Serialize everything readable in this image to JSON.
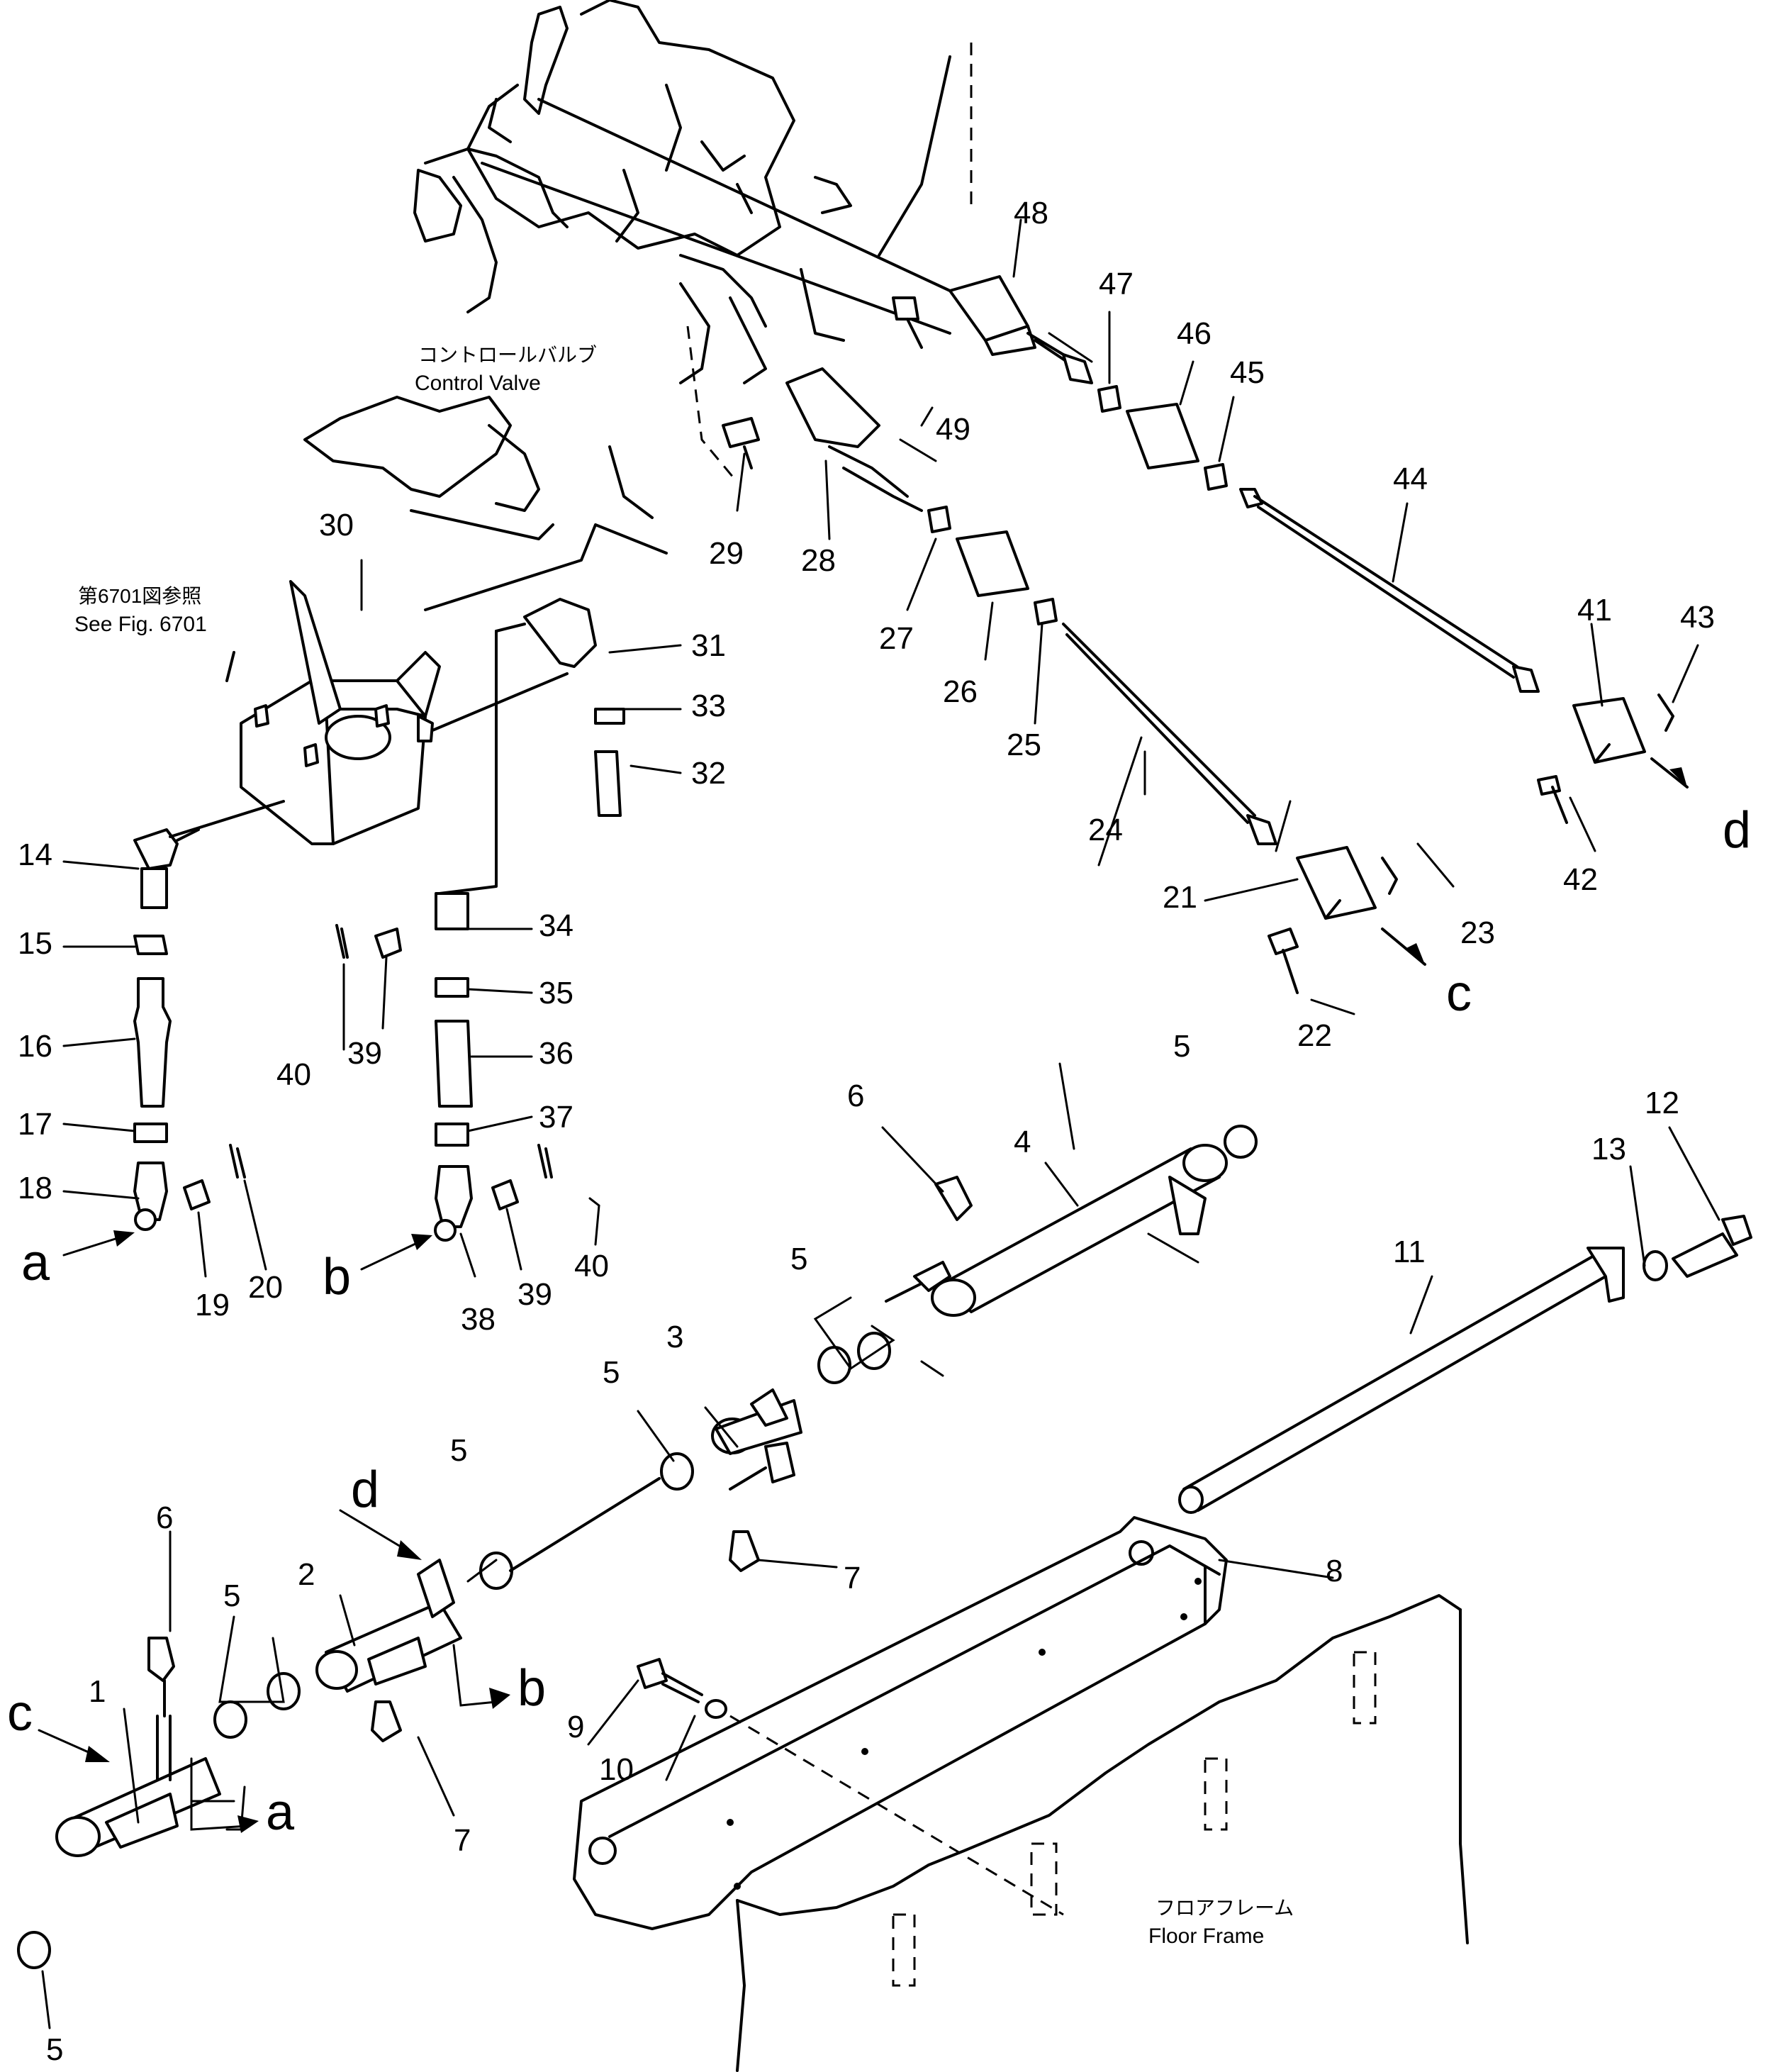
{
  "header": {
    "control_valve_jp": "コントロールバルブ",
    "control_valve_en": "Control Valve",
    "see_fig_jp": "第6701図参照",
    "see_fig_en": "See Fig. 6701",
    "floor_frame_jp": "フロアフレーム",
    "floor_frame_en": "Floor Frame"
  },
  "connectors": {
    "a": "a",
    "b": "b",
    "c": "c",
    "d": "d"
  },
  "callouts": {
    "p1": "1",
    "p2": "2",
    "p3": "3",
    "p4": "4",
    "p5a": "5",
    "p5b": "5",
    "p5c": "5",
    "p5d": "5",
    "p5e": "5",
    "p5f": "5",
    "p6a": "6",
    "p6b": "6",
    "p7a": "7",
    "p7b": "7",
    "p8": "8",
    "p9": "9",
    "p10": "10",
    "p11": "11",
    "p12": "12",
    "p13": "13",
    "p14": "14",
    "p15": "15",
    "p16": "16",
    "p17": "17",
    "p18": "18",
    "p19": "19",
    "p20": "20",
    "p21": "21",
    "p22": "22",
    "p23": "23",
    "p24": "24",
    "p25": "25",
    "p26": "26",
    "p27": "27",
    "p28": "28",
    "p29": "29",
    "p30": "30",
    "p31": "31",
    "p32": "32",
    "p33": "33",
    "p34": "34",
    "p35": "35",
    "p36": "36",
    "p37": "37",
    "p38": "38",
    "p39a": "39",
    "p39b": "39",
    "p40a": "40",
    "p40b": "40",
    "p41": "41",
    "p42": "42",
    "p43": "43",
    "p44": "44",
    "p45": "45",
    "p46": "46",
    "p47": "47",
    "p48": "48",
    "p49": "49"
  }
}
